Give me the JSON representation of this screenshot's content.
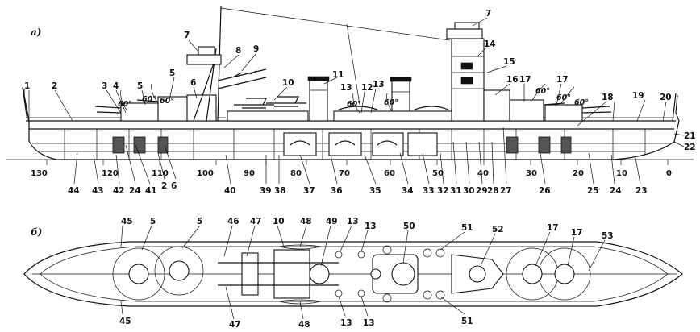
{
  "views": {
    "profile": {
      "caption": "а)"
    },
    "plan": {
      "caption": "б)"
    }
  },
  "profile_callouts": [
    "1",
    "2",
    "3",
    "4",
    "5",
    "5",
    "6",
    "7",
    "8",
    "9",
    "10",
    "11",
    "12",
    "13",
    "13",
    "14",
    "7",
    "15",
    "16",
    "17",
    "17",
    "18",
    "19",
    "20",
    "21",
    "22"
  ],
  "frame_numbers": [
    "130",
    "120",
    "110",
    "100",
    "90",
    "80",
    "70",
    "60",
    "50",
    "40",
    "30",
    "20",
    "10",
    "0"
  ],
  "bottom_callouts": [
    "44",
    "43",
    "42",
    "24",
    "41",
    "2",
    "6",
    "40",
    "39",
    "38",
    "37",
    "36",
    "35",
    "34",
    "33",
    "32",
    "31",
    "30",
    "29",
    "28",
    "27",
    "26",
    "25",
    "24",
    "23"
  ],
  "angle_labels": [
    "60°",
    "60°",
    "60°",
    "60°",
    "60°",
    "60°",
    "60°",
    "60°"
  ],
  "plan_callouts": [
    "45",
    "5",
    "5",
    "46",
    "47",
    "10",
    "48",
    "49",
    "13",
    "13",
    "50",
    "51",
    "52",
    "17",
    "17",
    "53",
    "45",
    "47",
    "48",
    "13",
    "13",
    "51"
  ]
}
